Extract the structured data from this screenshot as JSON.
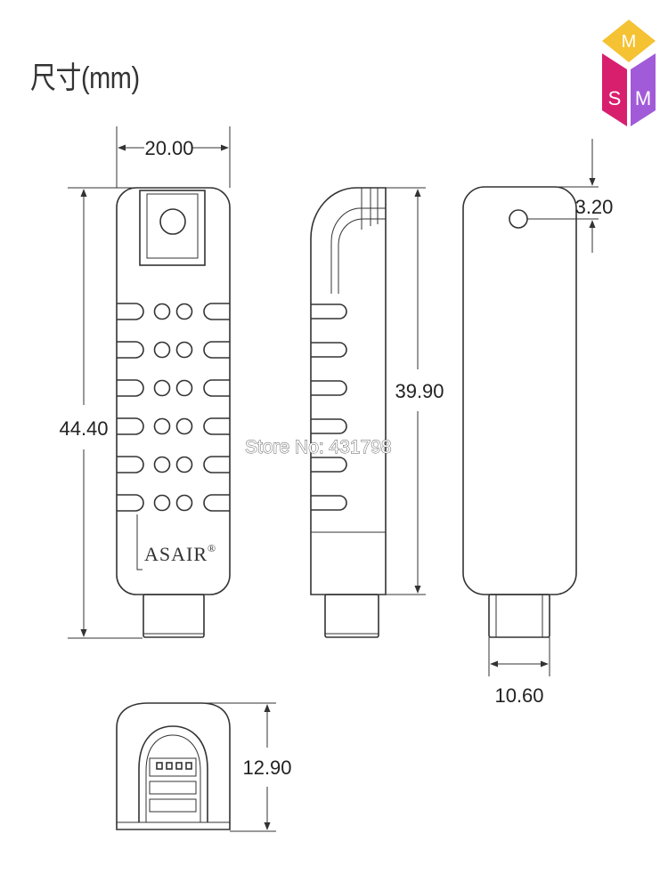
{
  "title": "尺寸(mm)",
  "logo": {
    "letters": [
      "M",
      "S",
      "M"
    ],
    "colors": [
      "#f5c233",
      "#d81f6e",
      "#a15bd8"
    ]
  },
  "dimensions": {
    "width_front": "20.00",
    "height_total": "44.40",
    "height_side": "39.90",
    "hole_offset": "3.20",
    "connector_width": "10.60",
    "bottom_height": "12.90"
  },
  "brand_label": "ASAIR",
  "brand_mark": "®",
  "watermark": "Store No: 431798"
}
